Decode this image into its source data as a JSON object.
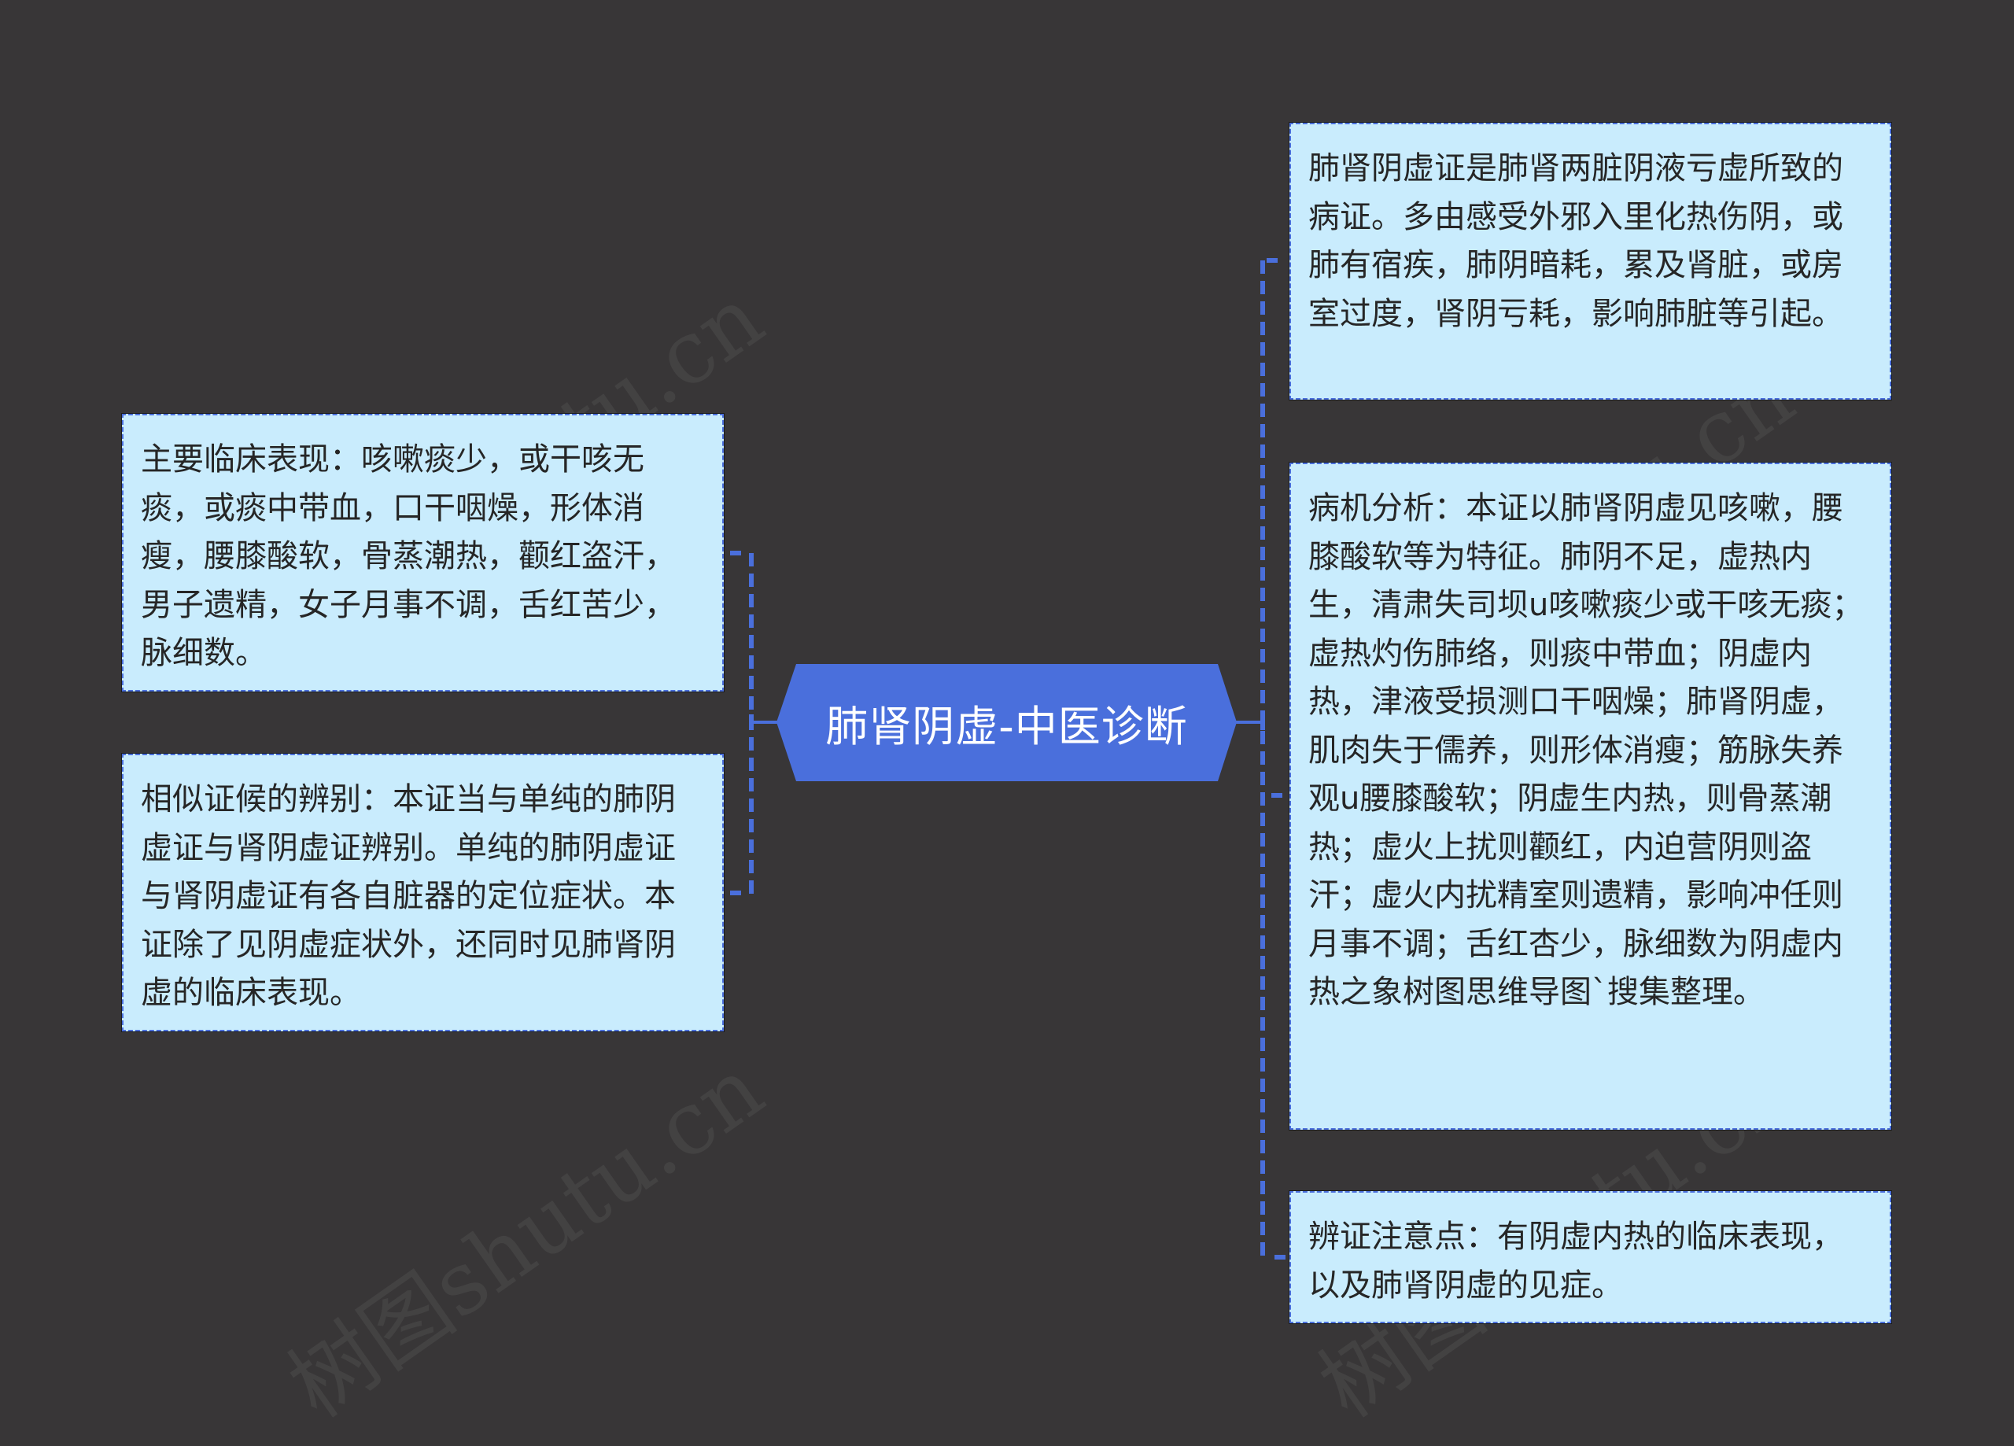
{
  "central_topic": {
    "label": "肺肾阴虚-中医诊断",
    "fill_color": "#4a6fdc",
    "text_color": "#ffffff"
  },
  "left_branches": [
    {
      "text": "主要临床表现：咳嗽痰少，或干咳无痰，或痰中带血，口干咽燥，形体消瘦，腰膝酸软，骨蒸潮热，颧红盗汗，男子遗精，女子月事不调，舌红苦少，脉细数。"
    },
    {
      "text": "相似证候的辨别：本证当与单纯的肺阴虚证与肾阴虚证辨别。单纯的肺阴虚证与肾阴虚证有各自脏器的定位症状。本证除了见阴虚症状外，还同时见肺肾阴虚的临床表现。"
    }
  ],
  "right_branches": [
    {
      "text": "肺肾阴虚证是肺肾两脏阴液亏虚所致的病证。多由感受外邪入里化热伤阴，或肺有宿疾，肺阴暗耗，累及肾脏，或房室过度，肾阴亏耗，影响肺脏等引起。"
    },
    {
      "text": "病机分析：本证以肺肾阴虚见咳嗽，腰膝酸软等为特征。肺阴不足，虚热内生，清肃失司坝u咳嗽痰少或干咳无痰；虚热灼伤肺络，则痰中带血；阴虚内热，津液受损测口干咽燥；肺肾阴虚，肌肉失于儒养，则形体消瘦；筋脉失养观u腰膝酸软；阴虚生内热，则骨蒸潮热；虚火上扰则颧红，内迫营阴则盗汗；虚火内扰精室则遗精，影响冲任则月事不调；舌红杏少，脉细数为阴虚内热之象树图思维导图`搜集整理。"
    },
    {
      "text": "辨证注意点：有阴虚内热的临床表现，以及肺肾阴虚的见症。"
    }
  ],
  "style": {
    "background": "#383637",
    "node_fill": "#c9ecfd",
    "node_border": "#4a6fdc",
    "connector": "#4a6fdc",
    "node_text": "#262626"
  },
  "watermark": "树图shutu.cn"
}
